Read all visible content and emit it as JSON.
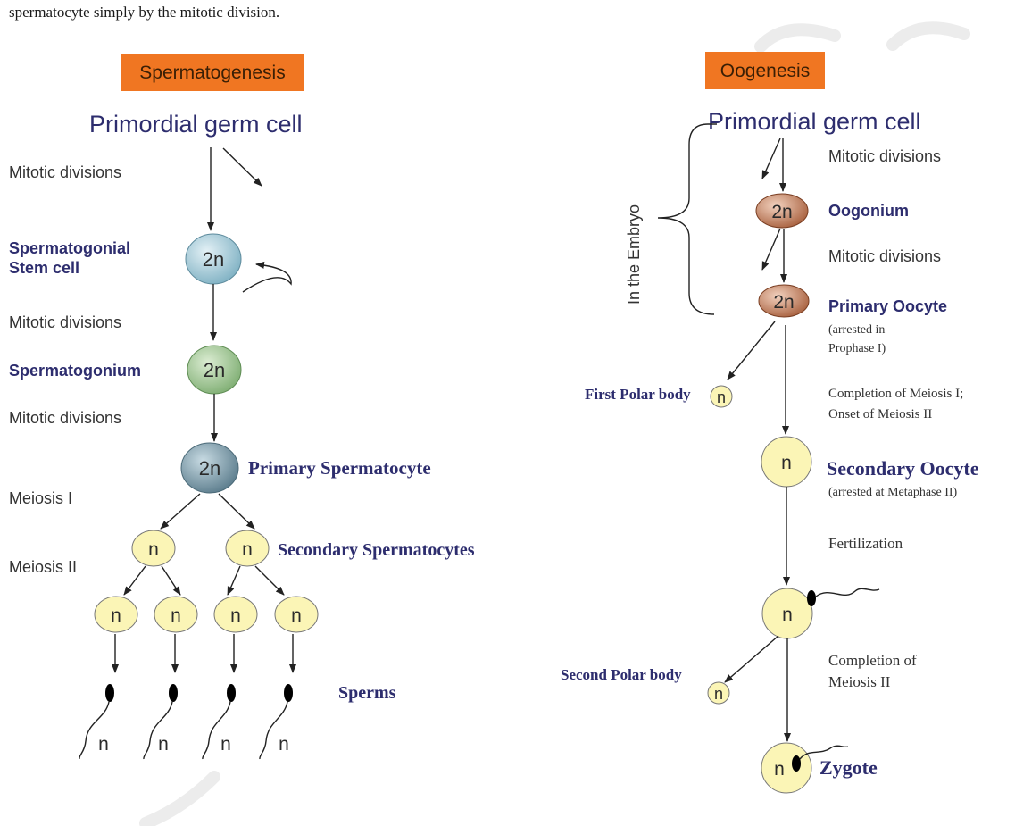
{
  "caption": "spermatocyte simply by the mitotic division.",
  "colors": {
    "title_box": "#f07622",
    "stem_cell": "#a9cbd8",
    "spermatogonium": "#a9cc9e",
    "primary_spermatocyte": "#7f9fad",
    "haploid": "#fbf5b6",
    "oogonium": "#c98d6d"
  },
  "spermatogenesis": {
    "title": "Spermatogenesis",
    "pgc": "Primordial germ cell",
    "mitotic1": "Mitotic divisions",
    "stem_cell_l1": "Spermatogonial",
    "stem_cell_l2": "Stem cell",
    "mitotic2": "Mitotic divisions",
    "spermatogonium": "Spermatogonium",
    "mitotic3": "Mitotic divisions",
    "primary_spermatocyte": "Primary Spermatocyte",
    "meiosis1": "Meiosis I",
    "meiosis2": "Meiosis II",
    "secondary_spermatocytes": "Secondary Spermatocytes",
    "sperms": "Sperms",
    "diploid": "2n",
    "haploid": "n"
  },
  "oogenesis": {
    "title": "Oogenesis",
    "pgc": "Primordial germ cell",
    "embryo": "In the Embryo",
    "mitotic1": "Mitotic divisions",
    "oogonium": "Oogonium",
    "mitotic2": "Mitotic divisions",
    "primary_oocyte": "Primary Oocyte",
    "arrest1_l1": "(arrested in",
    "arrest1_l2": "Prophase I)",
    "first_polar": "First Polar body",
    "meiosis_note_l1": "Completion of Meiosis I;",
    "meiosis_note_l2": "Onset of Meiosis II",
    "secondary_oocyte": "Secondary Oocyte",
    "arrest2": "(arrested at Metaphase II)",
    "fertilization": "Fertilization",
    "completion_l1": "Completion of",
    "completion_l2": "Meiosis II",
    "second_polar": "Second Polar body",
    "zygote": "Zygote",
    "diploid": "2n",
    "haploid": "n"
  }
}
